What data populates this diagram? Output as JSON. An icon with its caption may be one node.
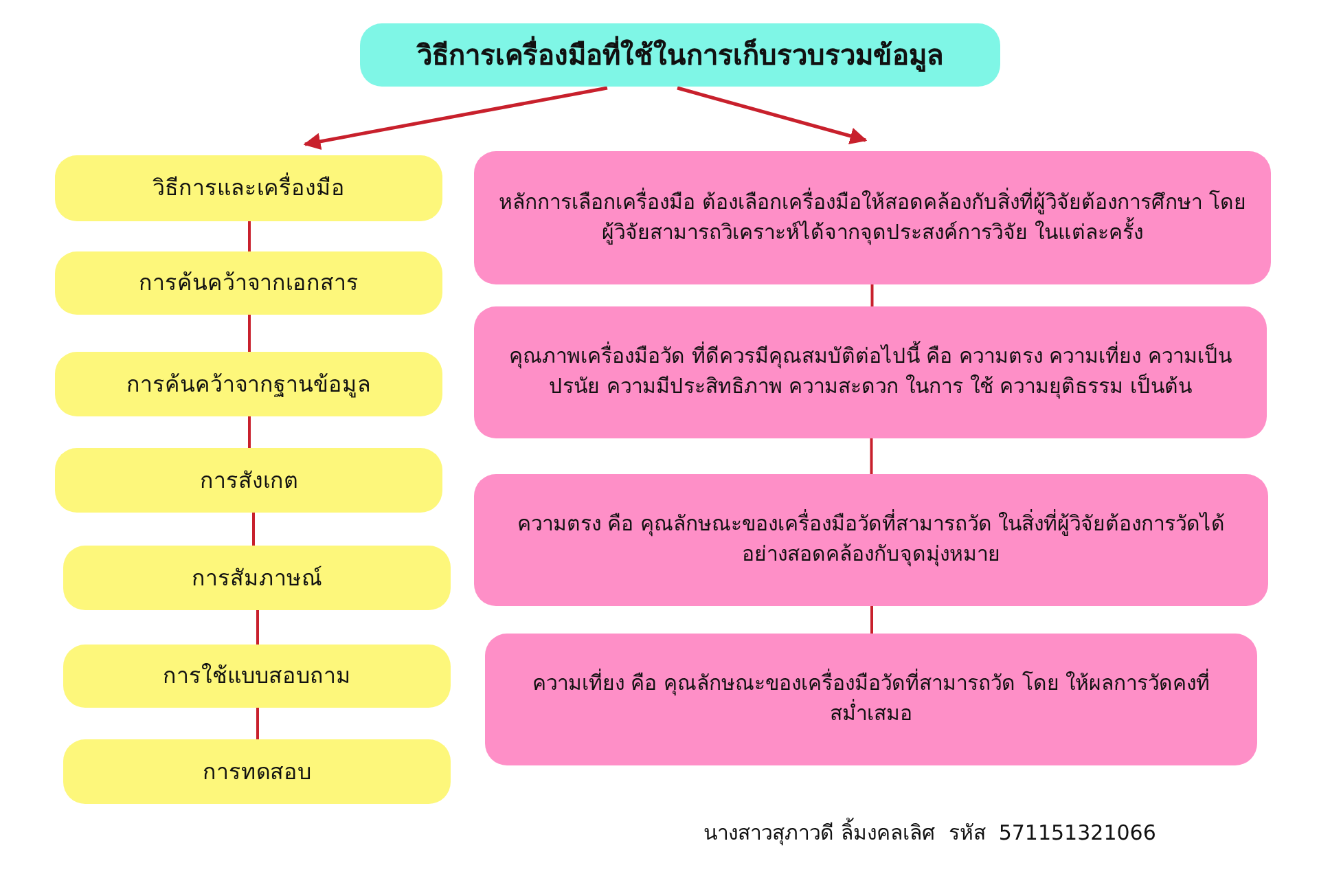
{
  "diagram": {
    "nodes": [
      {
        "text": [
          "วิธีการเครื่องมือที่ใช้ในการเก็บรวบรวมข้อมูล"
        ]
      },
      {
        "text": [
          "วิธีการและเครื่องมือ"
        ]
      },
      {
        "text": [
          "การค้นคว้าจากเอกสาร"
        ]
      },
      {
        "text": [
          "การค้นคว้าจากฐานข้อมูล"
        ]
      },
      {
        "text": [
          "การสังเกต"
        ]
      },
      {
        "text": [
          "การสัมภาษณ์"
        ]
      },
      {
        "text": [
          "การใช้แบบสอบถาม"
        ]
      },
      {
        "text": [
          "การทดสอบ"
        ]
      },
      {
        "text": [
          "หลักการเลือกเครื่องมือ ต้องเลือกเครื่องมือให้สอดคล้องกับสิ่งที่ผู้วิจัยต้องการศึกษา โดยผู้วิจัยสามารถวิเคราะห์ได้จากจุดประสงค์การวิจัย ในแต่ละครั้ง"
        ]
      },
      {
        "text": [
          "คุณภาพเครื่องมือวัด ที่ดีควรมีคุณสมบัติต่อไปนี้ คือ ความตรง ความเที่ยง ความเป็นปรนัย ความมีประสิทธิภาพ ความสะดวก ในการ ใช้ ความยุติธรรม เป็นต้น"
        ]
      },
      {
        "text": [
          "ความตรง คือ คุณลักษณะของเครื่องมือวัดที่สามารถวัด ในสิ่งที่ผู้วิจัยต้องการวัดได้อย่างสอดคล้องกับจุดมุ่งหมาย"
        ]
      },
      {
        "text": [
          "ความเที่ยง คือ คุณลักษณะของเครื่องมือวัดที่สามารถวัด โดย ให้ผลการวัดคงที่สม่ำเสมอ"
        ]
      }
    ],
    "edges": [
      {
        "from": 0,
        "to": 1,
        "arrow": "to"
      },
      {
        "from": 0,
        "to": 8,
        "arrow": "to"
      },
      {
        "from": 1,
        "to": 2,
        "arrow": "none"
      },
      {
        "from": 2,
        "to": 3,
        "arrow": "none"
      },
      {
        "from": 3,
        "to": 4,
        "arrow": "none"
      },
      {
        "from": 4,
        "to": 5,
        "arrow": "none"
      },
      {
        "from": 5,
        "to": 6,
        "arrow": "none"
      },
      {
        "from": 6,
        "to": 7,
        "arrow": "none"
      },
      {
        "from": 8,
        "to": 9,
        "arrow": "none"
      },
      {
        "from": 9,
        "to": 10,
        "arrow": "none"
      },
      {
        "from": 10,
        "to": 11,
        "arrow": "none"
      }
    ],
    "labels": [
      "นางสาวสุภาวดี ลิ้มงคลเลิศ  รหัส  571151321066"
    ]
  }
}
